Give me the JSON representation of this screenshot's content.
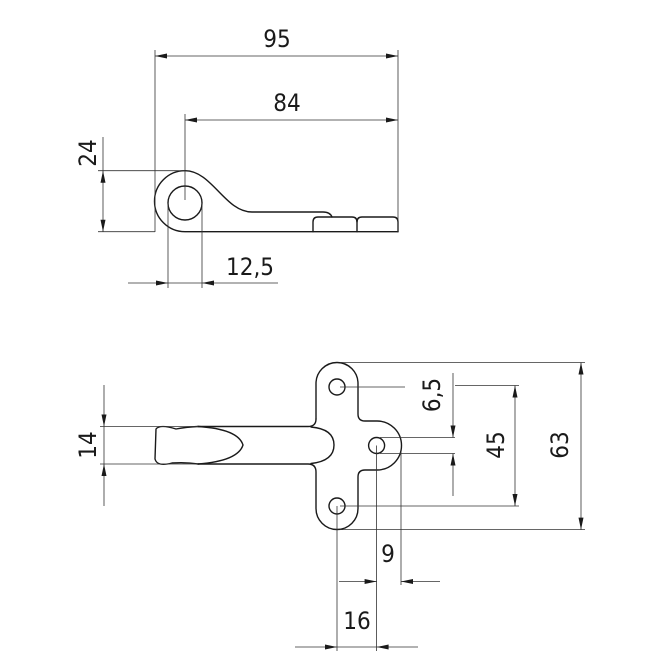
{
  "drawing": {
    "top_view": {
      "dimensions": {
        "overall_length": "95",
        "hole_to_end": "84",
        "height": "24",
        "hole_diameter": "12,5"
      }
    },
    "plan_view": {
      "dimensions": {
        "shaft_width": "14",
        "hole_offset": "6,5",
        "hole_spacing": "45",
        "plate_height": "63",
        "lobe_offset": "9",
        "hole_horizontal_spacing": "16"
      }
    },
    "colors": {
      "line": "#1a1a1a",
      "background": "#ffffff"
    }
  }
}
